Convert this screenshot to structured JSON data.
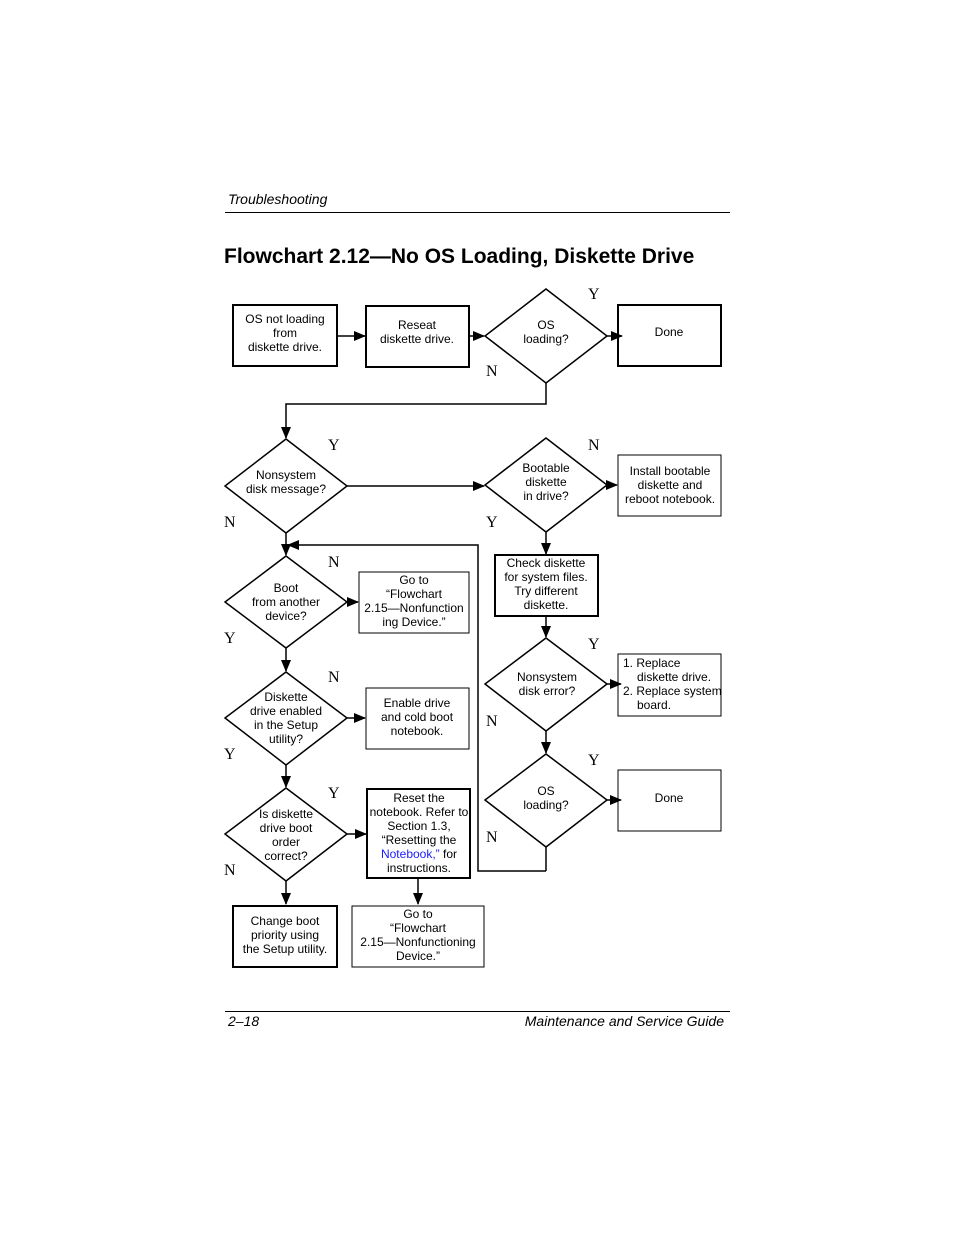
{
  "header": {
    "section": "Troubleshooting"
  },
  "title": "Flowchart 2.12—No OS Loading, Diskette Drive",
  "footer": {
    "page": "2–18",
    "guide": "Maintenance and Service Guide"
  },
  "nodes": {
    "start": [
      "OS not loading",
      "from",
      "diskette drive."
    ],
    "reseat": [
      "Reseat",
      "diskette drive."
    ],
    "os_loading_1": [
      "OS",
      "loading?"
    ],
    "done_1": [
      "Done"
    ],
    "nonsystem_msg": [
      "Nonsystem",
      "disk message?"
    ],
    "bootable": [
      "Bootable",
      "diskette",
      "in drive?"
    ],
    "install_bootable": [
      "Install bootable",
      "diskette and",
      "reboot notebook."
    ],
    "boot_other": [
      "Boot",
      "from another",
      "device?"
    ],
    "goto_215_a": [
      "Go to",
      "“Flowchart",
      "2.15—Nonfunction",
      "ing Device.”"
    ],
    "check_diskette": [
      "Check diskette",
      "for system files.",
      "Try different",
      "diskette."
    ],
    "nonsystem_err": [
      "Nonsystem",
      "disk error?"
    ],
    "replace": [
      "1. Replace",
      "diskette drive.",
      "2. Replace system",
      "board."
    ],
    "diskette_enabled": [
      "Diskette",
      "drive enabled",
      "in the Setup",
      "utility?"
    ],
    "enable_drive": [
      "Enable drive",
      "and cold boot",
      "notebook."
    ],
    "os_loading_2": [
      "OS",
      "loading?"
    ],
    "done_2": [
      "Done"
    ],
    "boot_order": [
      "Is diskette",
      "drive boot",
      "order",
      "correct?"
    ],
    "reset_notebook": [
      "Reset the",
      "notebook. Refer to",
      "Section 1.3,",
      "“Resetting the",
      "Notebook,” for",
      "instructions."
    ],
    "change_boot": [
      "Change boot",
      "priority using",
      "the Setup utility."
    ],
    "goto_215_b": [
      "Go to",
      "“Flowchart",
      "2.15—Nonfunctioning",
      "Device.”"
    ]
  },
  "links": {
    "goto_215_a": [
      1,
      2,
      3
    ],
    "reset_notebook": [
      2,
      3
    ],
    "reset_notebook_partial": "Notebook,”",
    "goto_215_b": [
      1,
      2,
      3
    ]
  },
  "branch_labels": {
    "os1_yes": "Y",
    "os1_no": "N",
    "nsmsg_yes": "Y",
    "nsmsg_no": "N",
    "bootable_no": "N",
    "bootable_yes": "Y",
    "boot_other_no": "N",
    "boot_other_yes": "Y",
    "nserr_yes": "Y",
    "nserr_no": "N",
    "enabled_no": "N",
    "enabled_yes": "Y",
    "os2_yes": "Y",
    "os2_no": "N",
    "order_yes": "Y",
    "order_no": "N"
  },
  "colors": {
    "link": "#1a1aff",
    "line": "#000000"
  }
}
